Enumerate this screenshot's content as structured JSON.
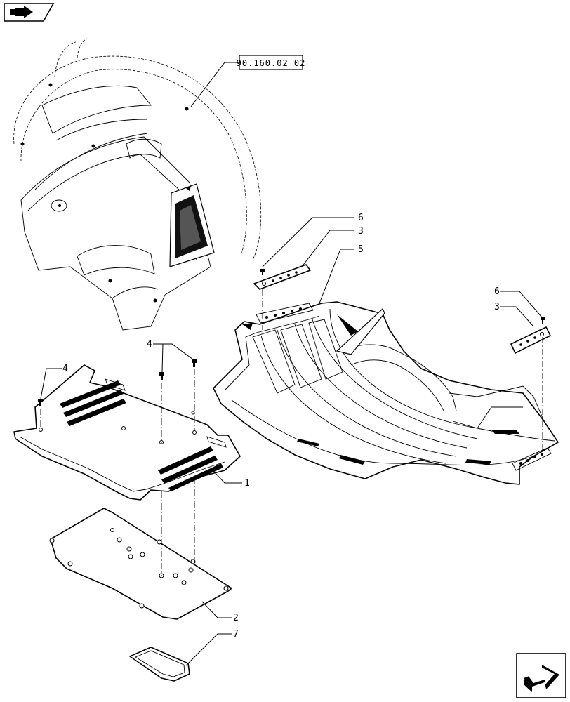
{
  "nav": {
    "top_left_icon": "arrow-book-icon",
    "bottom_right_icon": "next-page-arrow-icon"
  },
  "reference": {
    "label": "90.160.02 02"
  },
  "callouts": {
    "item_1": "1",
    "item_2": "2",
    "item_3_top": "3",
    "item_3_right": "3",
    "item_4_left": "4",
    "item_4_center": "4",
    "item_5": "5",
    "item_6_top": "6",
    "item_6_right": "6",
    "item_7": "7"
  }
}
